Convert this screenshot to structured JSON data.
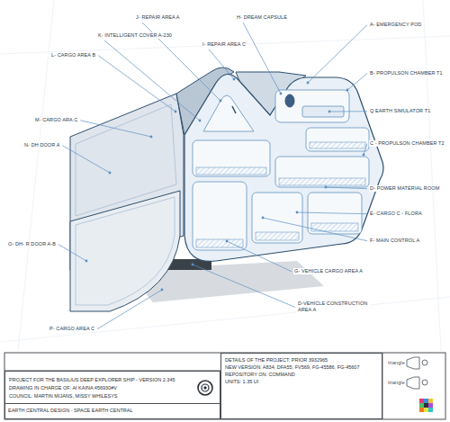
{
  "diagram": {
    "nodes": [
      {
        "text": [
          "PROJECT FOR THE BASILIUS DEEP EXPLORER SHIP - VERSION 2.345",
          "DRAWING IN CHARGE OF: AI KAINA 456930#V",
          "COUNCIL: MARTIN MIJANS, MISSY WHILESYS"
        ]
      },
      {
        "text": [
          "EARTH CENTRAL DESIGN - SPACE EARTH CENTRAL"
        ],
        "in": 0
      },
      {
        "text": [
          "DETAILS OF THE PROJECT: PRIOR 3932965",
          "NEW VERSION: A834, DFA55, FV569, FG-45586, FG-45607",
          "REPOSITORY ON: COMMAND",
          "UNITS: 1.35 UI"
        ]
      }
    ],
    "labels": [
      "J- REPAIR AREA A",
      "H- DREAM CAPSULE",
      "K- INTELLIGENT COVER A-230",
      "I- REPAIR AREA C",
      "A- EMERGENCY POD",
      "L- CARGO AREA B",
      "B- PROPULSON CHAMBER T1",
      "Q EARTH SIMULATOR T1",
      "M- CARGO ARA C",
      "C - PROPULSON CHAMBER T2",
      "N- DH DOOR A",
      "D- POWER MATERIAL ROOM",
      "E- CARGO C - FLORA",
      "F- MAIN CONTROL A",
      "O- DH- R DOOR A-B",
      "G- VEHICLE CARGO AREA A",
      "D-VEHICLE CONSTRUCTION AREA A",
      "P- CARGO AREA C",
      "triangle",
      "triangle"
    ]
  }
}
